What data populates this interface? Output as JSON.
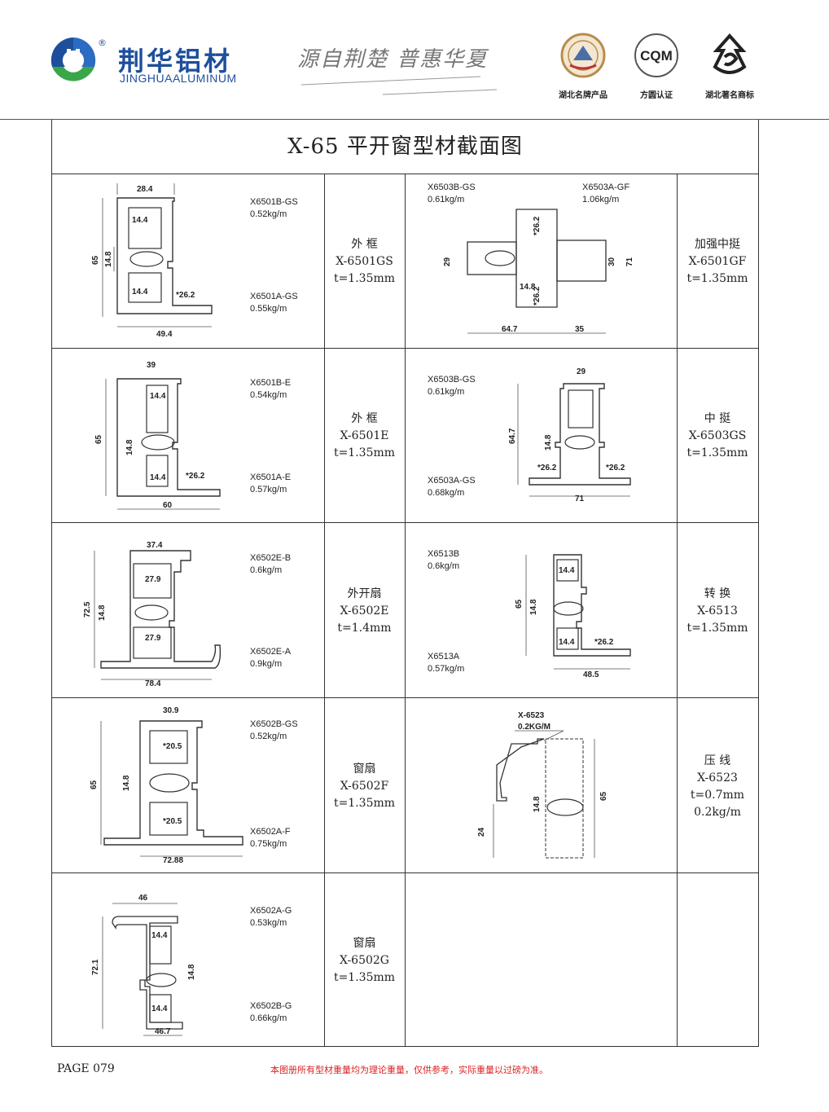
{
  "brand": {
    "name_cn": "荆华铝材",
    "name_en": "JINGHUAALUMINUM",
    "reg_mark": "®",
    "slogan": "源自荆楚  普惠华夏",
    "colors": {
      "blue": "#1d4f9c",
      "green": "#3aa64a"
    }
  },
  "badges": [
    {
      "label": "湖北名牌产品",
      "icon": "provincial-brand-seal-icon"
    },
    {
      "label": "方圆认证",
      "icon": "cqm-certification-icon",
      "mark": "CQM"
    },
    {
      "label": "湖北著名商标",
      "icon": "famous-trademark-icon"
    }
  ],
  "title": "X-65 平开窗型材截面图",
  "left_cells": [
    {
      "top_code": "X6501B-GS",
      "top_weight": "0.52kg/m",
      "bottom_code": "X6501A-GS",
      "bottom_weight": "0.55kg/m",
      "desc": [
        "外 框",
        "X-6501GS",
        "t=1.35mm"
      ],
      "dims": [
        "28.4",
        "14.4",
        "65",
        "14.8",
        "14.4",
        "*26.2",
        "49.4"
      ]
    },
    {
      "top_code": "X6501B-E",
      "top_weight": "0.54kg/m",
      "bottom_code": "X6501A-E",
      "bottom_weight": "0.57kg/m",
      "desc": [
        "外 框",
        "X-6501E",
        "t=1.35mm"
      ],
      "dims": [
        "39",
        "14.4",
        "65",
        "14.8",
        "14.4",
        "*26.2",
        "60"
      ]
    },
    {
      "top_code": "X6502E-B",
      "top_weight": "0.6kg/m",
      "bottom_code": "X6502E-A",
      "bottom_weight": "0.9kg/m",
      "desc": [
        "外开扇",
        "X-6502E",
        "t=1.4mm"
      ],
      "dims": [
        "37.4",
        "27.9",
        "72.5",
        "14.8",
        "27.9",
        "",
        "78.4"
      ]
    },
    {
      "top_code": "X6502B-GS",
      "top_weight": "0.52kg/m",
      "bottom_code": "X6502A-F",
      "bottom_weight": "0.75kg/m",
      "desc": [
        "窗扇",
        "X-6502F",
        "t=1.35mm"
      ],
      "dims": [
        "30.9",
        "*20.5",
        "65",
        "14.8",
        "*20.5",
        "",
        "72.88"
      ]
    },
    {
      "top_code": "X6502A-G",
      "top_weight": "0.53kg/m",
      "bottom_code": "X6502B-G",
      "bottom_weight": "0.66kg/m",
      "desc": [
        "窗扇",
        "X-6502G",
        "t=1.35mm"
      ],
      "dims": [
        "46",
        "14.4",
        "72.1",
        "14.8",
        "14.4",
        "",
        "46.7"
      ]
    }
  ],
  "right_cells": [
    {
      "code1": "X6503B-GS",
      "weight1": "0.61kg/m",
      "code2": "X6503A-GF",
      "weight2": "1.06kg/m",
      "desc": [
        "加强中挺",
        "X-6501GF",
        "t=1.35mm"
      ],
      "dims": [
        "*26.2",
        "29",
        "14.8",
        "*26.2",
        "30",
        "71",
        "64.7",
        "35"
      ]
    },
    {
      "code1": "X6503B-GS",
      "weight1": "0.61kg/m",
      "code2": "X6503A-GS",
      "weight2": "0.68kg/m",
      "desc": [
        "中 挺",
        "X-6503GS",
        "t=1.35mm"
      ],
      "dims": [
        "29",
        "64.7",
        "14.8",
        "*26.2",
        "*26.2",
        "71"
      ]
    },
    {
      "code1": "X6513B",
      "weight1": "0.6kg/m",
      "code2": "X6513A",
      "weight2": "0.57kg/m",
      "desc": [
        "转 换",
        "X-6513",
        "t=1.35mm"
      ],
      "dims": [
        "14.4",
        "65",
        "14.8",
        "14.4",
        "*26.2",
        "48.5"
      ]
    },
    {
      "code1": "X-6523",
      "weight1": "0.2KG/M",
      "code2": "",
      "weight2": "",
      "desc": [
        "压 线",
        "X-6523",
        "t=0.7mm",
        "0.2kg/m"
      ],
      "dims": [
        "14.8",
        "65",
        "24"
      ]
    },
    {
      "code1": "",
      "weight1": "",
      "code2": "",
      "weight2": "",
      "desc": [],
      "dims": []
    }
  ],
  "footer": {
    "page": "PAGE 079",
    "note": "本图册所有型材重量均为理论重量，仅供参考，实际重量以过磅为准。"
  }
}
